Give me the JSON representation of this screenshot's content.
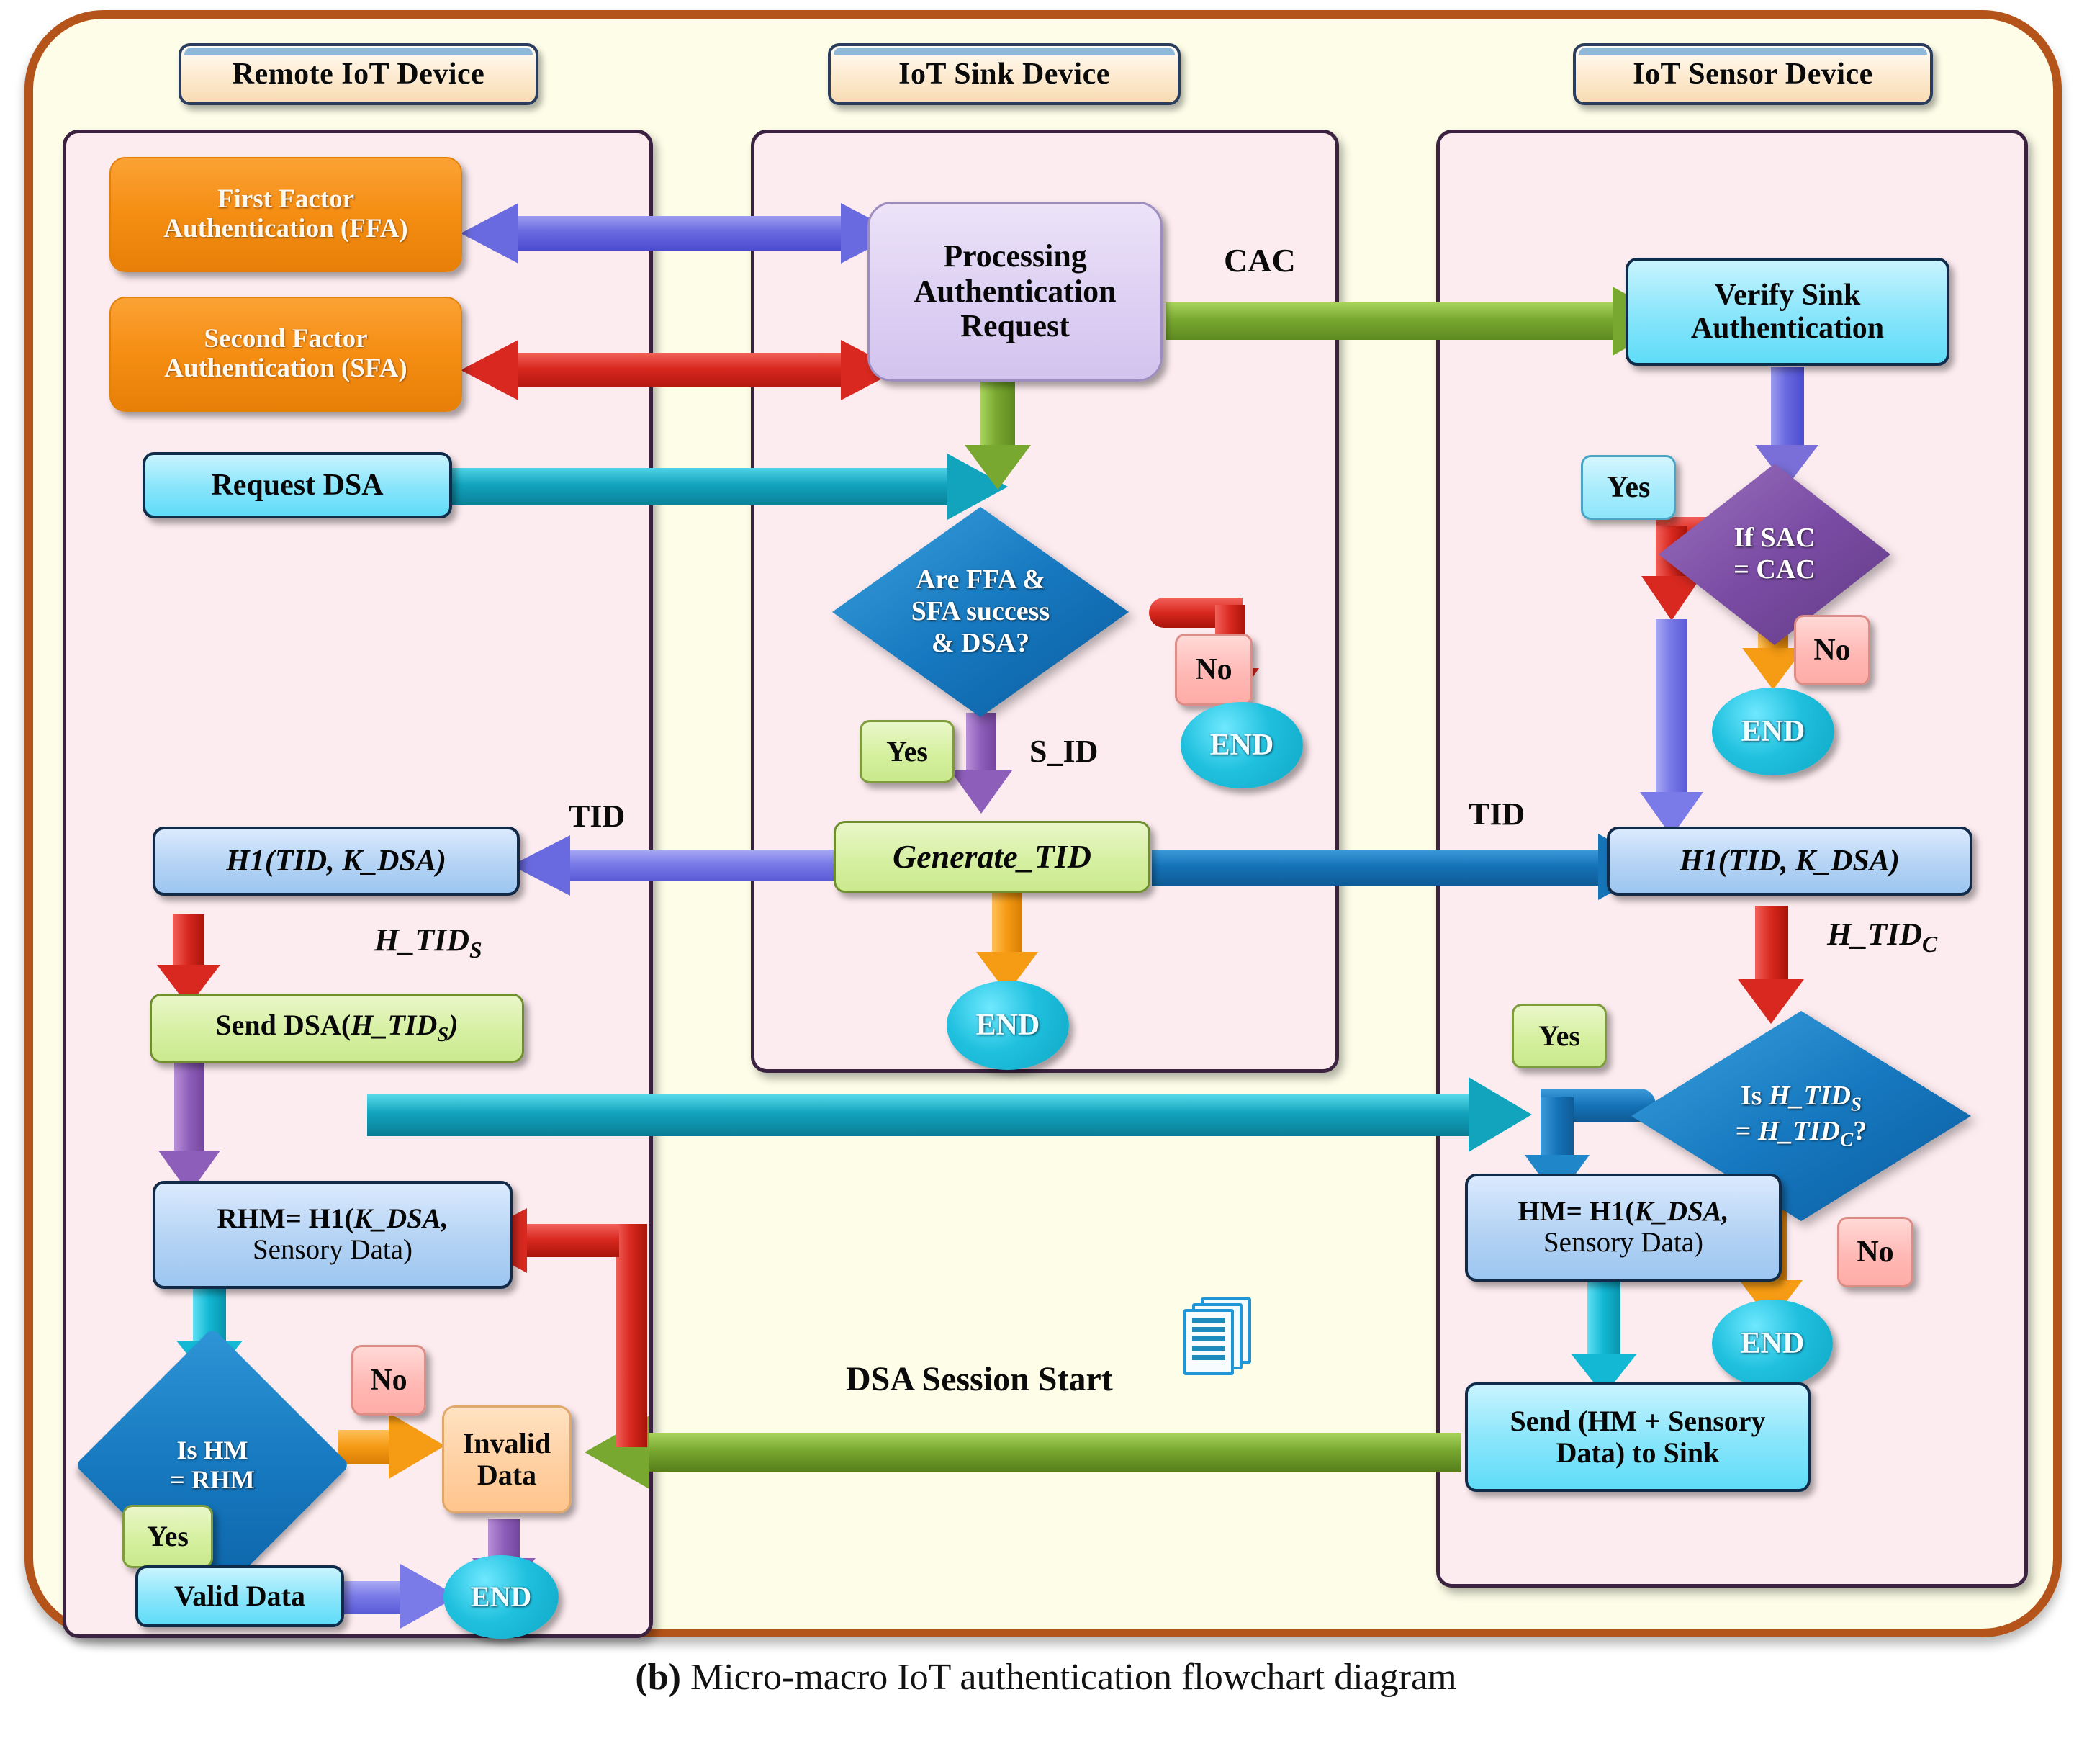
{
  "figure": {
    "caption_prefix": "(b)",
    "caption_text": " Micro-macro IoT authentication flowchart diagram"
  },
  "lanes": [
    {
      "id": "remote",
      "title": "Remote IoT Device"
    },
    {
      "id": "sink",
      "title": "IoT Sink Device"
    },
    {
      "id": "sensor",
      "title": "IoT Sensor Device"
    }
  ],
  "nodes": {
    "ffa": "First Factor\nAuthentication (FFA)",
    "ffa_l1": "First Factor",
    "ffa_l2": "Authentication (FFA)",
    "sfa_l1": "Second Factor",
    "sfa_l2": "Authentication (SFA)",
    "request_dsa": "Request DSA",
    "processing_l1": "Processing",
    "processing_l2": "Authentication",
    "processing_l3": "Request",
    "verify_sink_l1": "Verify Sink",
    "verify_sink_l2": "Authentication",
    "decision_ffa_l1": "Are FFA &",
    "decision_ffa_l2": "SFA success",
    "decision_ffa_l3": "& DSA?",
    "decision_sac_l1": "If SAC",
    "decision_sac_l2": "= CAC",
    "generate_tid": "Generate_TID",
    "h1_left": "H1(TID, K_DSA)",
    "h1_right": "H1(TID, K_DSA)",
    "send_dsa_pre": "Send DSA(",
    "send_dsa_mid": "H_TID",
    "send_dsa_sub": "S",
    "send_dsa_post": ")",
    "rhm_l1_a": "RHM= H1(",
    "rhm_l1_b": "K_DSA,",
    "rhm_l2": "Sensory Data)",
    "hm_l1_a": "HM= H1(",
    "hm_l1_b": "K_DSA,",
    "hm_l2": "Sensory Data)",
    "decision_tid_l1_a": "Is ",
    "decision_tid_l1_b": "H_TID",
    "decision_tid_l1_sub": "S",
    "decision_tid_l2_a": "= ",
    "decision_tid_l2_b": "H_TID",
    "decision_tid_l2_sub": "C",
    "decision_tid_l2_q": "?",
    "decision_hm_l1": "Is HM",
    "decision_hm_l2": "= RHM",
    "invalid_l1": "Invalid",
    "invalid_l2": "Data",
    "valid_data": "Valid Data",
    "send_hm_l1": "Send (HM + Sensory",
    "send_hm_l2": "Data) to Sink",
    "end": "END"
  },
  "edge_labels": {
    "cac": "CAC",
    "s_id": "S_ID",
    "tid_left": "TID",
    "tid_right": "TID",
    "h_tid_s_base": "H_TID",
    "h_tid_s_sub": "S",
    "h_tid_c_base": "H_TID",
    "h_tid_c_sub": "C",
    "dsa_session_start": "DSA Session Start"
  },
  "badges": {
    "yes": "Yes",
    "no": "No"
  },
  "colors": {
    "frame_border": "#b5541a",
    "frame_bg": "#fdfde8",
    "lane_bg": "#fcebef",
    "lane_border": "#3b2240",
    "orange_node": "#f58e13",
    "cyan_node": "#8ce6fb",
    "blue_diamond": "#1678bf",
    "purple_diamond": "#7a4ba3",
    "green_arrow": "#79a830",
    "red_arrow": "#d8281f",
    "teal_arrow": "#12a3bd",
    "periwinkle_arrow": "#6a6ae0",
    "orange_arrow": "#f59b14",
    "steel_blue_arrow": "#1573b8",
    "end_circle": "#1fc0de"
  }
}
